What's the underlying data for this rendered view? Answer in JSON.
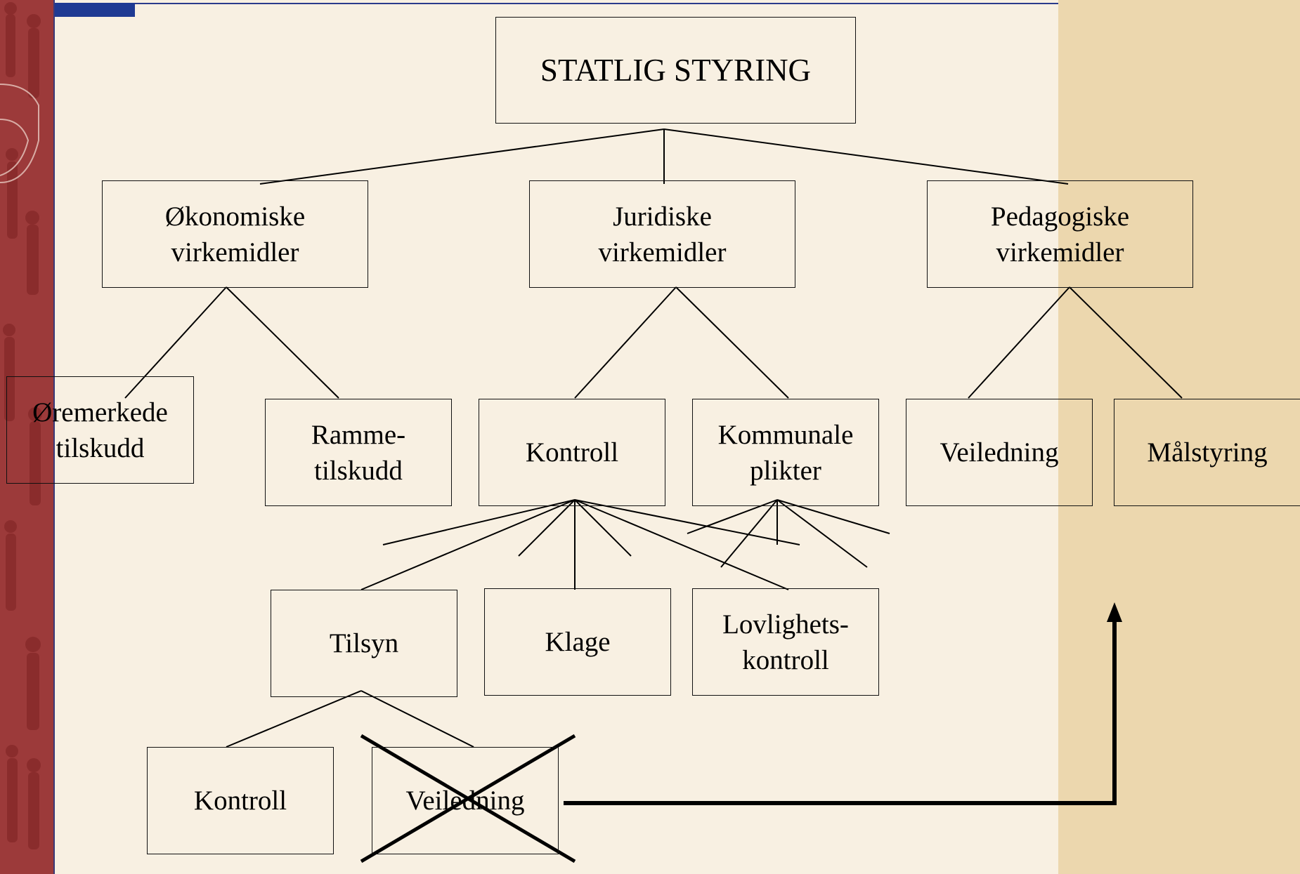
{
  "diagram": {
    "root": "STATLIG STYRING",
    "level1": [
      {
        "line1": "Økonomiske",
        "line2": "virkemidler"
      },
      {
        "line1": "Juridiske",
        "line2": "virkemidler"
      },
      {
        "line1": "Pedagogiske",
        "line2": "virkemidler"
      }
    ],
    "level2": {
      "oremerkede": {
        "line1": "Øremerkede",
        "line2": "tilskudd"
      },
      "ramme": {
        "line1": "Ramme-",
        "line2": "tilskudd"
      },
      "kontroll": "Kontroll",
      "kommunale": {
        "line1": "Kommunale",
        "line2": "plikter"
      },
      "veiledning": "Veiledning",
      "malstyring": "Målstyring"
    },
    "level3": {
      "tilsyn": "Tilsyn",
      "klage": "Klage",
      "lovlighet": {
        "line1": "Lovlighets-",
        "line2": "kontroll"
      }
    },
    "level4": {
      "kontroll": "Kontroll",
      "veiledning_crossed": "Veiledning"
    }
  },
  "colors": {
    "background": "#f8f0e2",
    "right_band": "#ecd7ae",
    "sidebar": "#9c3a3a",
    "top_bar": "#1f3a93"
  }
}
